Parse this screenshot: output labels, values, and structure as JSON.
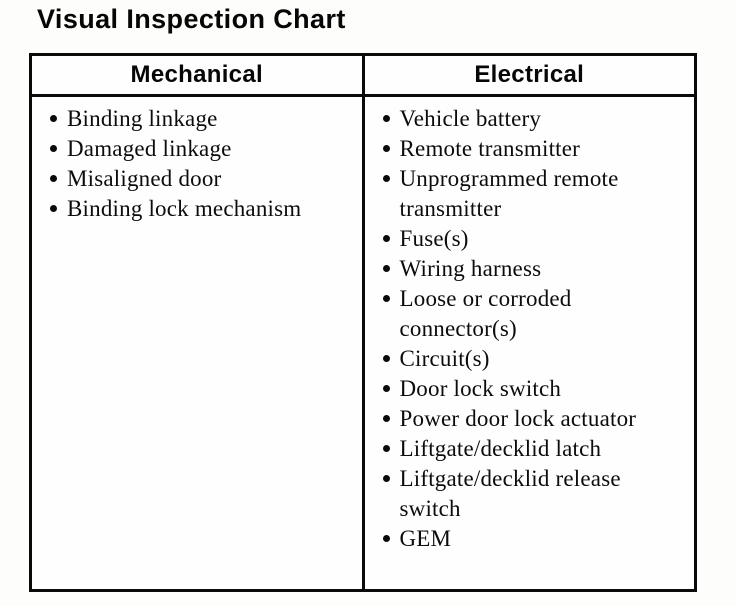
{
  "title": "Visual Inspection Chart",
  "table": {
    "columns": [
      {
        "header": "Mechanical",
        "items": [
          "Binding linkage",
          "Damaged linkage",
          "Misaligned door",
          "Binding lock mechanism"
        ]
      },
      {
        "header": "Electrical",
        "items": [
          "Vehicle battery",
          "Remote transmitter",
          "Unprogrammed remote transmitter",
          "Fuse(s)",
          "Wiring harness",
          "Loose or corroded connector(s)",
          "Circuit(s)",
          "Door lock switch",
          "Power door lock actuator",
          "Liftgate/decklid latch",
          "Liftgate/decklid release switch",
          "GEM"
        ]
      }
    ]
  },
  "colors": {
    "ink": "#0a0a0a",
    "paper": "#fdfdfc"
  }
}
